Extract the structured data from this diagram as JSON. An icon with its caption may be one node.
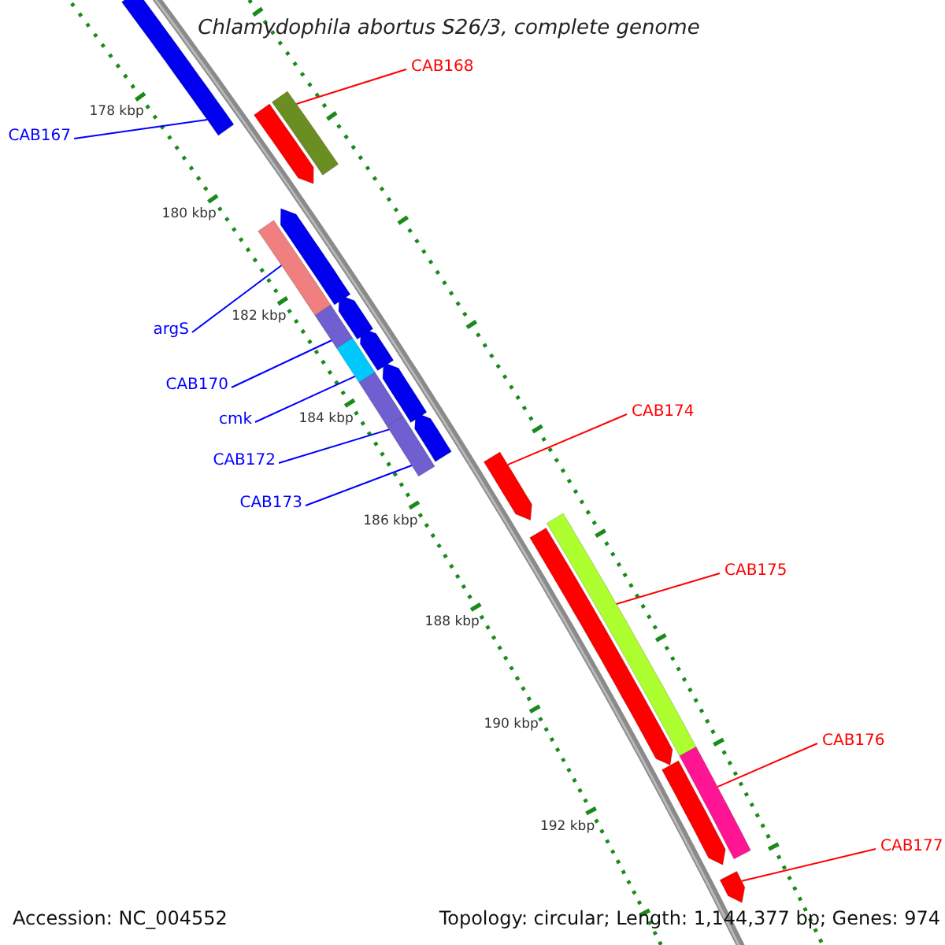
{
  "diagram": {
    "title": "Chlamydophila abortus S26/3, complete genome",
    "nodes": [
      {
        "text": [
          "CAB168"
        ]
      },
      {
        "text": [
          "CAB167"
        ]
      },
      {
        "text": [
          "argS"
        ]
      },
      {
        "text": [
          "CAB170"
        ]
      },
      {
        "text": [
          "cmk"
        ]
      },
      {
        "text": [
          "CAB172"
        ]
      },
      {
        "text": [
          "CAB173"
        ]
      },
      {
        "text": [
          "CAB174"
        ]
      },
      {
        "text": [
          "CAB175"
        ]
      },
      {
        "text": [
          "CAB176"
        ]
      },
      {
        "text": [
          "CAB177"
        ]
      },
      {
        "text": [],
        "shape": "bar"
      },
      {
        "text": [],
        "shape": "bar"
      },
      {
        "text": [],
        "shape": "bar"
      },
      {
        "text": [],
        "shape": "bar"
      },
      {
        "text": [],
        "shape": "bar"
      },
      {
        "text": [],
        "shape": "bar"
      },
      {
        "text": [],
        "shape": "bar"
      },
      {
        "text": [],
        "shape": "arrow"
      },
      {
        "text": [],
        "shape": "bar"
      },
      {
        "text": [],
        "shape": "bar"
      },
      {
        "text": [],
        "shape": "arrow"
      },
      {
        "text": [],
        "shape": "arrow"
      },
      {
        "text": [],
        "shape": "arrow"
      },
      {
        "text": [],
        "shape": "arrow"
      },
      {
        "text": [],
        "shape": "arrow"
      },
      {
        "text": [],
        "shape": "arrow"
      },
      {
        "text": [],
        "shape": "arrow"
      },
      {
        "text": [],
        "shape": "arrow"
      },
      {
        "text": [],
        "shape": "arrow"
      }
    ],
    "edges": [
      {
        "from": 0,
        "to": 11,
        "arrow": "none",
        "color": "#ff0000"
      },
      {
        "from": 1,
        "to": 12,
        "arrow": "none"
      },
      {
        "from": 2,
        "to": 13,
        "arrow": "none"
      },
      {
        "from": 3,
        "to": 14,
        "arrow": "none"
      },
      {
        "from": 4,
        "to": 15,
        "arrow": "none"
      },
      {
        "from": 5,
        "to": 16,
        "arrow": "none"
      },
      {
        "from": 6,
        "to": 17,
        "arrow": "none"
      },
      {
        "from": 7,
        "to": 18,
        "arrow": "none",
        "color": "#ff0000"
      },
      {
        "from": 8,
        "to": 19,
        "arrow": "none",
        "color": "#ff0000"
      },
      {
        "from": 9,
        "to": 20,
        "arrow": "none",
        "color": "#ff0000"
      },
      {
        "from": 10,
        "to": 21,
        "arrow": "none",
        "color": "#ff0000"
      }
    ],
    "labels": [
      "178 kbp",
      "180 kbp",
      "182 kbp",
      "184 kbp",
      "186 kbp",
      "188 kbp",
      "190 kbp",
      "192 kbp",
      "Accession: NC_004552",
      "Topology: circular; Length: 1,144,377 bp; Genes: 974"
    ]
  }
}
